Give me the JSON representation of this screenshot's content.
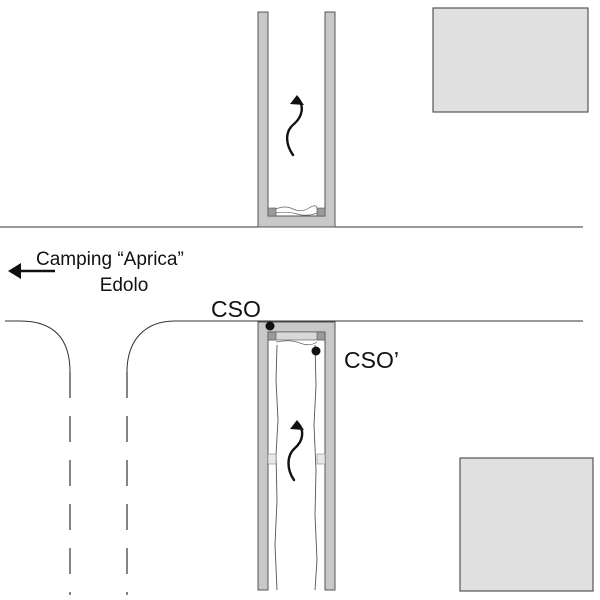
{
  "labels": {
    "direction_line1": "Camping “Aprica”",
    "direction_line2": "Edolo",
    "point_cso": "CSO",
    "point_cso_prime": "CSO’"
  },
  "icons": {
    "direction_arrow": "arrow-left-icon",
    "flow_arrow": "wavy-flow-arrow-icon",
    "measurement_point": "filled-dot-icon"
  },
  "colors": {
    "building_fill": "#e0e0e0",
    "channel_wall": "#c8c8c8",
    "outline": "#555555",
    "ink": "#111111"
  }
}
